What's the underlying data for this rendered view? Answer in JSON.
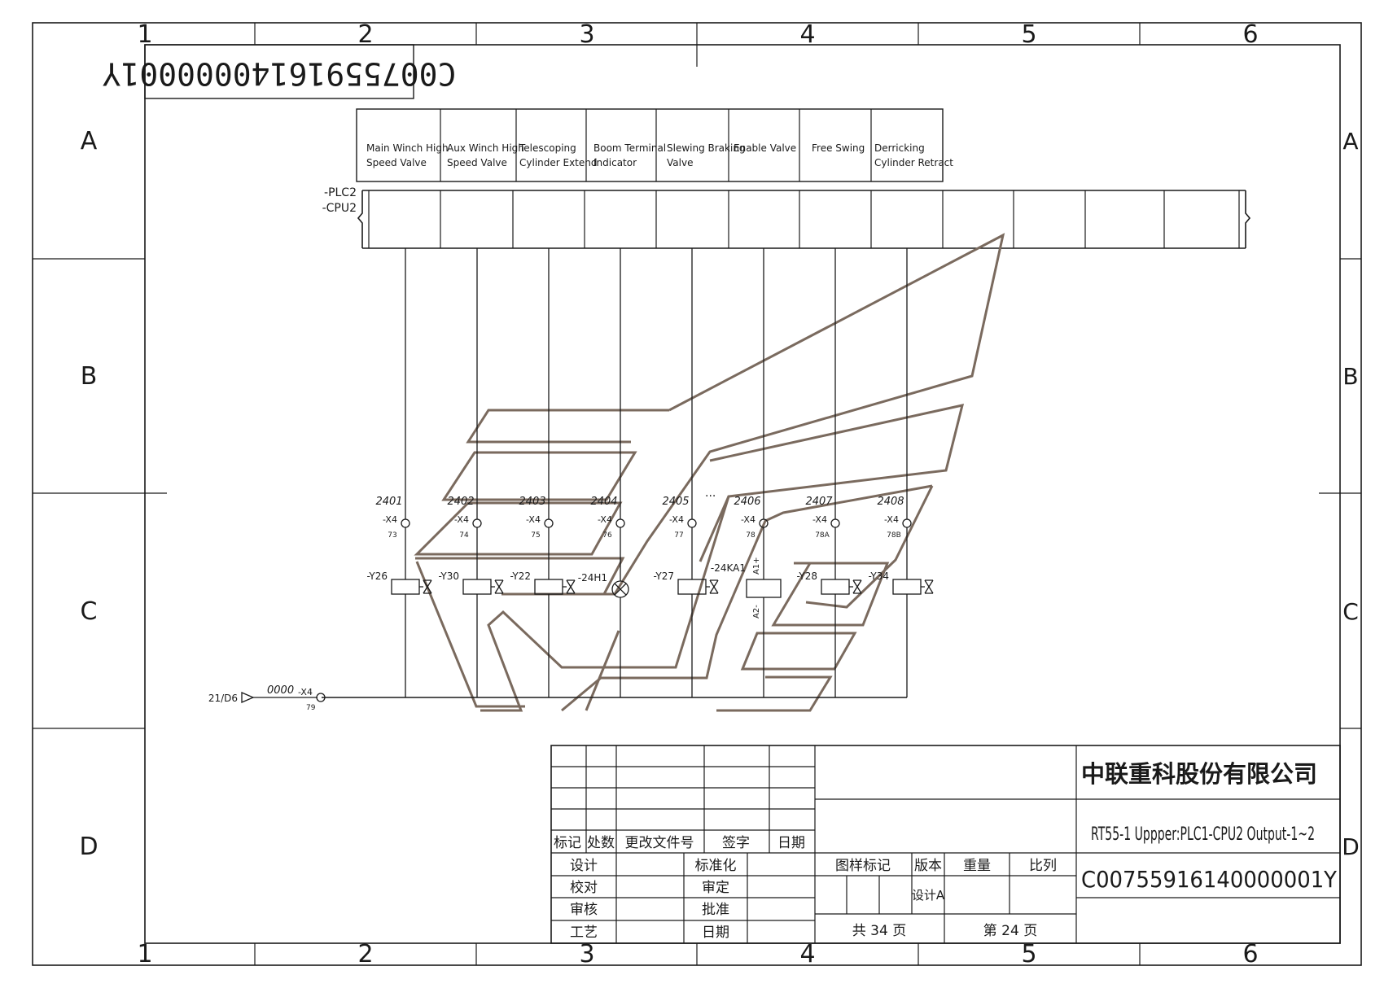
{
  "frame": {
    "columns": [
      "1",
      "2",
      "3",
      "4",
      "5",
      "6"
    ],
    "rows": [
      "A",
      "B",
      "C",
      "D"
    ]
  },
  "mirrored_code": "C00755916140000001Y",
  "plc_tag": "-PLC2",
  "cpu_tag": "-CPU2",
  "function_labels": [
    {
      "line1": "Main Winch High",
      "line2": "Speed Valve"
    },
    {
      "line1": "Aux Winch High",
      "line2": "Speed Valve"
    },
    {
      "line1": "Telescoping",
      "line2": "Cylinder Extend"
    },
    {
      "line1": "Boom Terminal",
      "line2": "Indicator"
    },
    {
      "line1": "Slewing Braking",
      "line2": "Valve"
    },
    {
      "line1": "Enable Valve",
      "line2": ""
    },
    {
      "line1": "Free Swing",
      "line2": ""
    },
    {
      "line1": "Derricking",
      "line2": "Cylinder Retract"
    }
  ],
  "channels": [
    {
      "wire": "2401",
      "terminal": "-X4",
      "pin": "73",
      "device": "-Y26",
      "kind": "valve"
    },
    {
      "wire": "2402",
      "terminal": "-X4",
      "pin": "74",
      "device": "-Y30",
      "kind": "valve"
    },
    {
      "wire": "2403",
      "terminal": "-X4",
      "pin": "75",
      "device": "-Y22",
      "kind": "valve"
    },
    {
      "wire": "2404",
      "terminal": "-X4",
      "pin": "76",
      "device": "-24H1",
      "kind": "lamp"
    },
    {
      "wire": "2405",
      "terminal": "-X4",
      "pin": "77",
      "device": "-Y27",
      "kind": "valve"
    },
    {
      "wire": "2406",
      "terminal": "-X4",
      "pin": "78",
      "device": "-24KA1",
      "kind": "relay"
    },
    {
      "wire": "2407",
      "terminal": "-X4",
      "pin": "78A",
      "device": "-Y28",
      "kind": "valve"
    },
    {
      "wire": "2408",
      "terminal": "-X4",
      "pin": "78B",
      "device": "-Y34",
      "kind": "valve"
    }
  ],
  "relay_pins": {
    "a1": "A1+",
    "a2": "A2-"
  },
  "ellipsis": "...",
  "common": {
    "ref": "21/D6",
    "wire": "0000",
    "terminal": "-X4",
    "pin": "79"
  },
  "title_block": {
    "company": "中联重科股份有限公司",
    "drawing_title": "RT55-1 Uppper:PLC1-CPU2 Output-1~2",
    "drawing_number": "C00755916140000001Y",
    "rev_headers": [
      "标记",
      "处数",
      "更改文件号",
      "签字",
      "日期"
    ],
    "left_roles": [
      "设计",
      "校对",
      "审核",
      "工艺"
    ],
    "mid_roles": [
      "标准化",
      "审定",
      "批准",
      "日期"
    ],
    "meta_headers": [
      "图样标记",
      "版本",
      "重量",
      "比列"
    ],
    "version_value": "设计A",
    "total_pages": "共 34 页",
    "current_page": "第 24 页"
  },
  "colors": {
    "ink": "#1a1a1a",
    "decoration": "#7a6a5e"
  }
}
